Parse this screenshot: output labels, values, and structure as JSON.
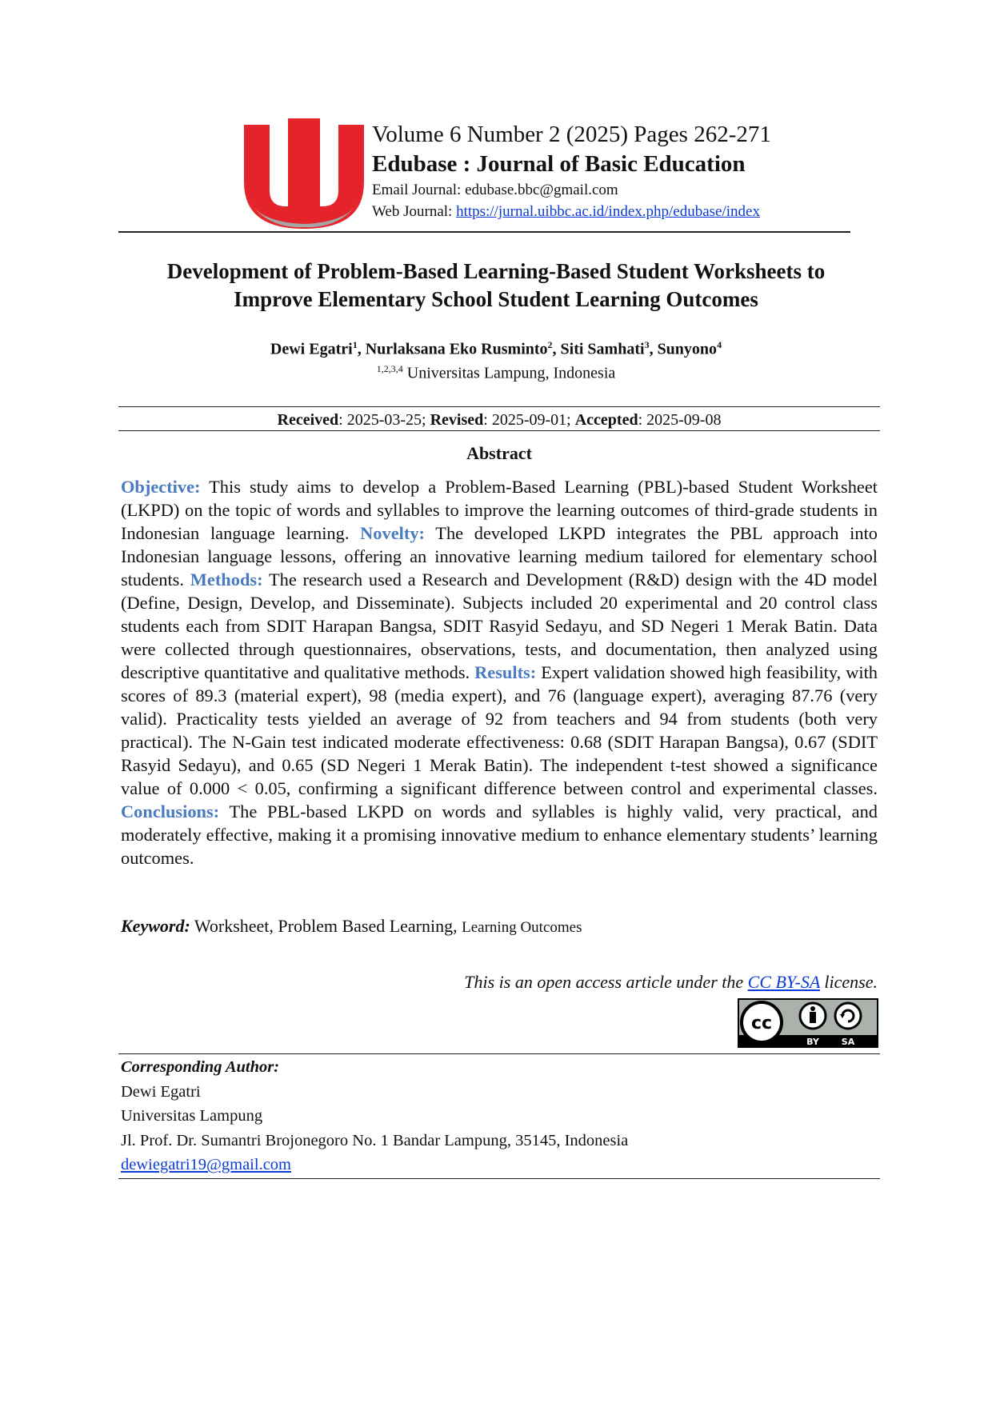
{
  "header": {
    "logo_name": "edubase-u-logo",
    "colors": {
      "logo_red": "#e5232a",
      "logo_gray": "#a6a6a6",
      "link_blue": "#0b3bd6",
      "label_blue": "#4a7abf"
    },
    "volume": "Volume 6 Number 2 (2025) Pages 262-271",
    "journal": "Edubase : Journal of Basic Education",
    "email_label": "Email Journal: ",
    "email": "edubase.bbc@gmail.com",
    "web_label": "Web Journal: ",
    "web_url": "https://jurnal.uibbc.ac.id/index.php/edubase/index"
  },
  "paper": {
    "title_line1": "Development of Problem-Based Learning-Based Student Worksheets to",
    "title_line2": "Improve Elementary School Student Learning Outcomes",
    "authors": [
      {
        "name": "Dewi Egatri",
        "sup": "1",
        "sep": ", "
      },
      {
        "name": "Nurlaksana Eko Rusminto",
        "sup": "2",
        "sep": ", "
      },
      {
        "name": "Siti Samhati",
        "sup": "3",
        "sep": ", "
      },
      {
        "name": "Sunyono",
        "sup": "4",
        "sep": ""
      }
    ],
    "affiliation_sup": "1,2,3,4",
    "affiliation": " Universitas Lampung, Indonesia"
  },
  "dates": {
    "received_label": "Received",
    "received": ": 2025-03-25; ",
    "revised_label": "Revised",
    "revised": ": 2025-09-01; ",
    "accepted_label": "Accepted",
    "accepted": ": 2025-09-08"
  },
  "abstract": {
    "heading": "Abstract",
    "objective_label": "Objective:",
    "objective": " This study aims to develop a Problem-Based Learning (PBL)-based Student Worksheet (LKPD) on the topic of words and syllables to improve the learning outcomes of third-grade students in Indonesian language learning. ",
    "novelty_label": "Novelty:",
    "novelty": " The developed LKPD integrates the PBL approach into Indonesian language lessons, offering an innovative learning medium tailored for elementary school students. ",
    "methods_label": "Methods:",
    "methods": " The research used a Research and Development (R&D) design with the 4D model (Define, Design, Develop, and Disseminate). Subjects included 20 experimental and 20 control class students each from SDIT Harapan Bangsa, SDIT Rasyid Sedayu, and SD Negeri 1 Merak Batin. Data were collected through questionnaires, observations, tests, and documentation, then analyzed using descriptive quantitative and qualitative methods. ",
    "results_label": "Results:",
    "results": " Expert validation showed high feasibility, with scores of 89.3 (material expert), 98 (media expert), and 76 (language expert), averaging 87.76 (very valid). Practicality tests yielded an average of 92 from teachers and 94 from students (both very practical). The N-Gain test indicated moderate effectiveness: 0.68 (SDIT Harapan Bangsa), 0.67 (SDIT Rasyid Sedayu), and 0.65 (SD Negeri 1 Merak Batin). The independent t-test showed a significance value of 0.000 < 0.05, confirming a significant difference between control and experimental classes. ",
    "conclusions_label": "Conclusions:",
    "conclusions": " The PBL-based LKPD on words and syllables is highly valid, very practical, and moderately effective, making it a promising innovative medium to enhance elementary students’ learning outcomes."
  },
  "keywords": {
    "label": "Keyword:",
    "text": " Worksheet, Problem Based Learning, ",
    "small_text": "Learning Outcomes"
  },
  "license": {
    "prefix": "This is an open access article under the ",
    "link": "CC BY-SA",
    "suffix": " license.",
    "badge_name": "cc-by-sa-badge",
    "badge_by": "BY",
    "badge_sa": "SA",
    "badge_cc": "cc"
  },
  "corresponding": {
    "label": "Corresponding Author:",
    "name": "Dewi Egatri",
    "institution": "Universitas Lampung",
    "address": "Jl. Prof. Dr. Sumantri Brojonegoro No. 1 Bandar Lampung, 35145, Indonesia",
    "email": "dewiegatri19@gmail.com"
  }
}
